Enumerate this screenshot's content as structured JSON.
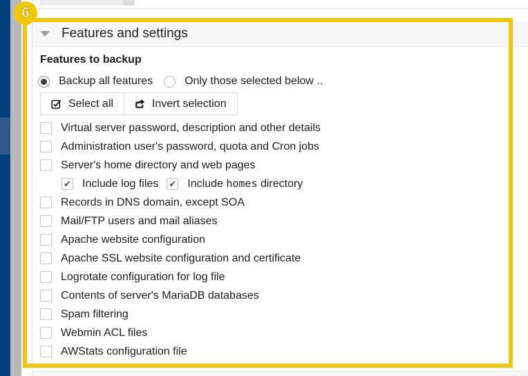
{
  "annotation": {
    "number": "6",
    "color": "#eec80e"
  },
  "colors": {
    "sidebar_blue": "#003e7d",
    "sidebar_item_blue": "#2e5a8c",
    "scrollbar_gray": "#b9b9b9",
    "header_bg": "#f7f7f7"
  },
  "icons": {
    "collapse": "triangle-down",
    "select_all": "checked-box-icon",
    "invert": "share-arrow-icon",
    "checkmark": "✔"
  },
  "section": {
    "title": "Features and settings",
    "subtitle": "Features to backup",
    "radio_options": [
      {
        "label": "Backup all features",
        "selected": true
      },
      {
        "label": "Only those selected below ..",
        "selected": false
      }
    ],
    "buttons": [
      {
        "label": "Select all"
      },
      {
        "label": "Invert selection"
      }
    ],
    "feature_rows": [
      {
        "type": "item",
        "checked": false,
        "label": "Virtual server password, description and other details"
      },
      {
        "type": "item",
        "checked": false,
        "label": "Administration user's password, quota and Cron jobs"
      },
      {
        "type": "item",
        "checked": false,
        "label": "Server's home directory and web pages"
      },
      {
        "type": "subpair",
        "items": [
          {
            "checked": true,
            "parts": [
              {
                "t": "Include log files"
              }
            ]
          },
          {
            "checked": true,
            "parts": [
              {
                "t": "Include "
              },
              {
                "t": "homes",
                "mono": true
              },
              {
                "t": " directory"
              }
            ]
          }
        ]
      },
      {
        "type": "item",
        "checked": false,
        "label": "Records in DNS domain, except SOA"
      },
      {
        "type": "item",
        "checked": false,
        "label": "Mail/FTP users and mail aliases"
      },
      {
        "type": "item",
        "checked": false,
        "label": "Apache website configuration"
      },
      {
        "type": "item",
        "checked": false,
        "label": "Apache SSL website configuration and certificate"
      },
      {
        "type": "item",
        "checked": false,
        "label": "Logrotate configuration for log file"
      },
      {
        "type": "item",
        "checked": false,
        "label": "Contents of server's MariaDB databases"
      },
      {
        "type": "item",
        "checked": false,
        "label": "Spam filtering"
      },
      {
        "type": "item",
        "checked": false,
        "label": "Webmin ACL files"
      },
      {
        "type": "item",
        "checked": false,
        "label": "AWStats configuration file"
      }
    ]
  }
}
